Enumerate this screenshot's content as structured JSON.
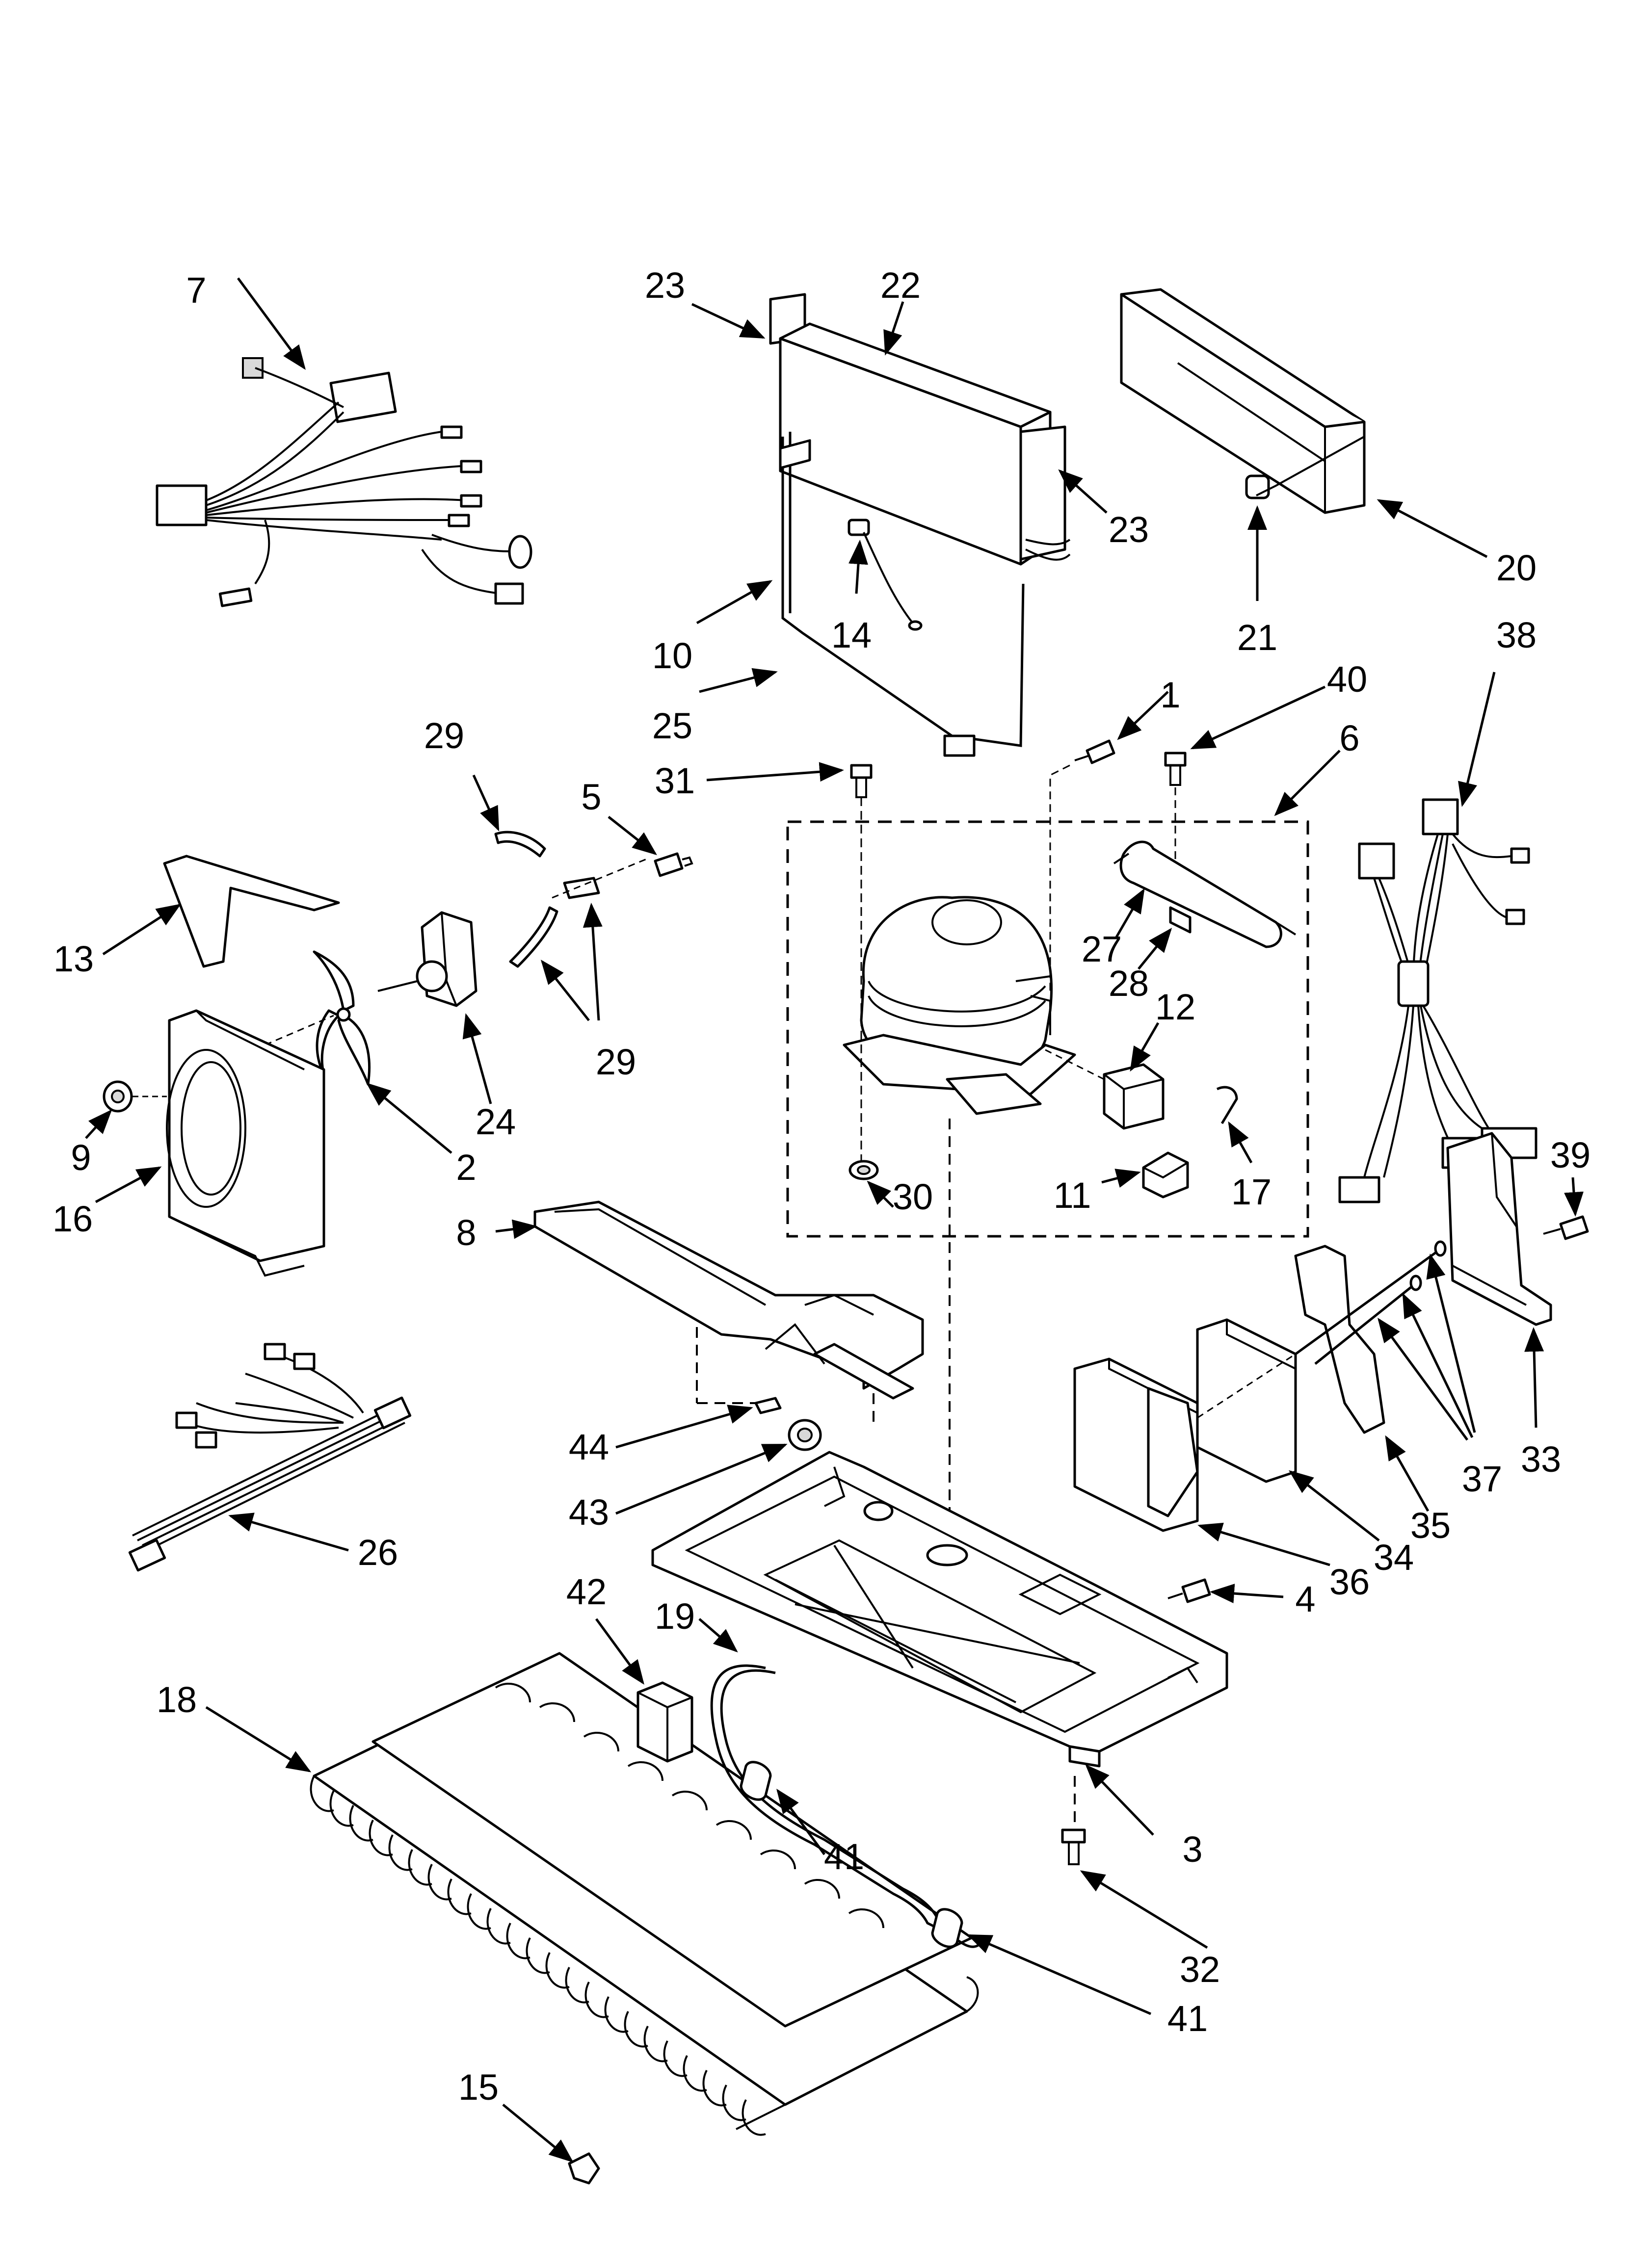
{
  "callouts": [
    {
      "id": "c7",
      "text": "7"
    },
    {
      "id": "c23a",
      "text": "23"
    },
    {
      "id": "c22",
      "text": "22"
    },
    {
      "id": "c23b",
      "text": "23"
    },
    {
      "id": "c20",
      "text": "20"
    },
    {
      "id": "c21",
      "text": "21"
    },
    {
      "id": "c38",
      "text": "38"
    },
    {
      "id": "c10",
      "text": "10"
    },
    {
      "id": "c14",
      "text": "14"
    },
    {
      "id": "c25",
      "text": "25"
    },
    {
      "id": "c1",
      "text": "1"
    },
    {
      "id": "c40",
      "text": "40"
    },
    {
      "id": "c6",
      "text": "6"
    },
    {
      "id": "c29a",
      "text": "29"
    },
    {
      "id": "c5",
      "text": "5"
    },
    {
      "id": "c31",
      "text": "31"
    },
    {
      "id": "c13",
      "text": "13"
    },
    {
      "id": "c27",
      "text": "27"
    },
    {
      "id": "c28",
      "text": "28"
    },
    {
      "id": "c12",
      "text": "12"
    },
    {
      "id": "c24",
      "text": "24"
    },
    {
      "id": "c29b",
      "text": "29"
    },
    {
      "id": "c9",
      "text": "9"
    },
    {
      "id": "c2",
      "text": "2"
    },
    {
      "id": "c16",
      "text": "16"
    },
    {
      "id": "c30",
      "text": "30"
    },
    {
      "id": "c11",
      "text": "11"
    },
    {
      "id": "c17",
      "text": "17"
    },
    {
      "id": "c39",
      "text": "39"
    },
    {
      "id": "c8",
      "text": "8"
    },
    {
      "id": "c33",
      "text": "33"
    },
    {
      "id": "c37",
      "text": "37"
    },
    {
      "id": "c35",
      "text": "35"
    },
    {
      "id": "c34",
      "text": "34"
    },
    {
      "id": "c36",
      "text": "36"
    },
    {
      "id": "c44",
      "text": "44"
    },
    {
      "id": "c43",
      "text": "43"
    },
    {
      "id": "c26",
      "text": "26"
    },
    {
      "id": "c4",
      "text": "4"
    },
    {
      "id": "c42",
      "text": "42"
    },
    {
      "id": "c19",
      "text": "19"
    },
    {
      "id": "c18",
      "text": "18"
    },
    {
      "id": "c41a",
      "text": "41"
    },
    {
      "id": "c3",
      "text": "3"
    },
    {
      "id": "c32",
      "text": "32"
    },
    {
      "id": "c41b",
      "text": "41"
    },
    {
      "id": "c15",
      "text": "15"
    }
  ]
}
